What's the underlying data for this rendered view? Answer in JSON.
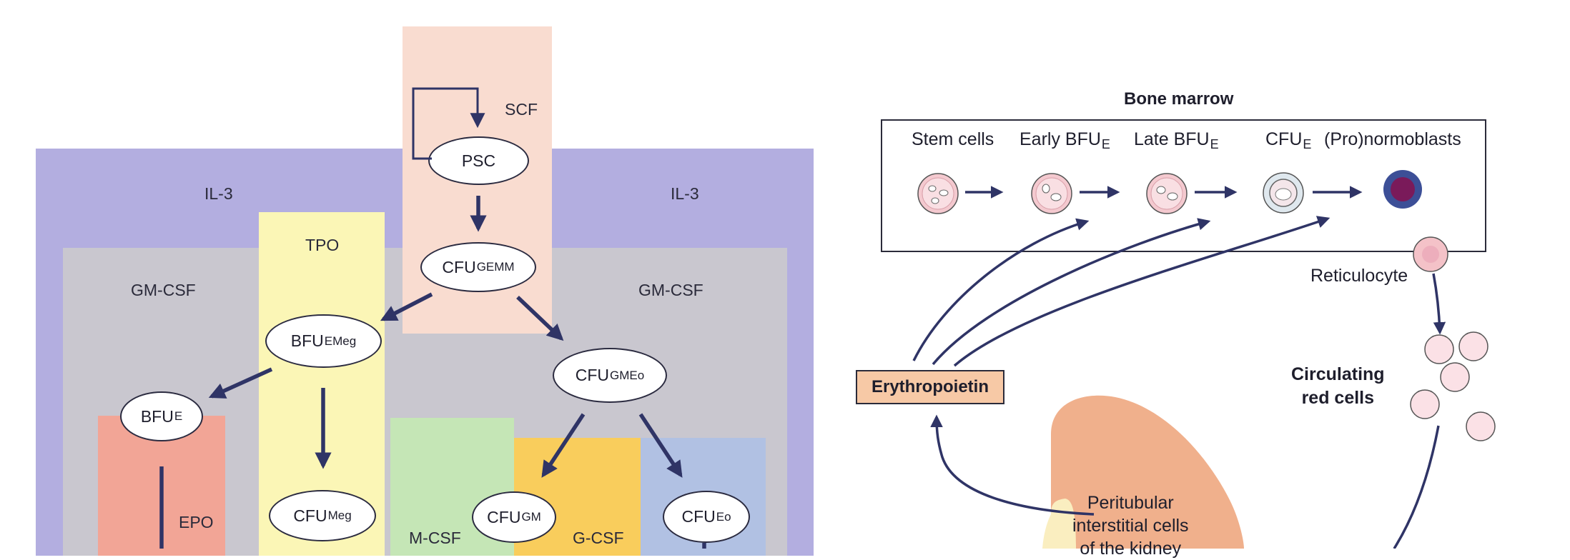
{
  "hematopoiesis": {
    "scf_label": "SCF",
    "il3_left": "IL-3",
    "il3_right": "IL-3",
    "tpo_label": "TPO",
    "gmcsf_left": "GM-CSF",
    "gmcsf_right": "GM-CSF",
    "epo_label": "EPO",
    "mcsf_label": "M-CSF",
    "gcsf_label": "G-CSF",
    "nodes": {
      "psc": {
        "main": "PSC",
        "sub": ""
      },
      "cfu_gemm": {
        "main": "CFU",
        "sub": "GEMM"
      },
      "bfu_emeg": {
        "main": "BFU",
        "sub": "EMeg"
      },
      "cfu_gmeo": {
        "main": "CFU",
        "sub": "GMEo"
      },
      "bfu_e": {
        "main": "BFU",
        "sub": "E"
      },
      "cfu_meg": {
        "main": "CFU",
        "sub": "Meg"
      },
      "cfu_gm": {
        "main": "CFU",
        "sub": "GM"
      },
      "cfu_eo": {
        "main": "CFU",
        "sub": "Eo"
      }
    },
    "colors": {
      "il3_purple": "#b3aee0",
      "gmcsf_grey": "#c9c7cf",
      "scf_pink": "#f9dcd0",
      "tpo_yellow": "#fbf6b6",
      "epo_salmon": "#f2a596",
      "mcsf_green": "#c5e6b6",
      "gcsf_orange": "#f9cd5c",
      "eo_blue": "#b1c1e3",
      "arrow": "#2f3466"
    }
  },
  "erythropoiesis": {
    "title": "Bone marrow",
    "stages": {
      "stem_cells": "Stem cells",
      "early_bfu": {
        "main": "Early BFU",
        "sub": "E"
      },
      "late_bfu": {
        "main": "Late BFU",
        "sub": "E"
      },
      "cfu_e": {
        "main": "CFU",
        "sub": "E"
      },
      "pronormoblasts": "(Pro)normoblasts"
    },
    "reticulocyte": "Reticulocyte",
    "circulating_line1": "Circulating",
    "circulating_line2": "red cells",
    "erythropoietin": "Erythropoietin",
    "kidney_line1": "Peritubular",
    "kidney_line2": "interstitial cells",
    "kidney_line3": "of  the  kidney",
    "colors": {
      "epo_box": "#f7c9a6",
      "kidney": "#f0b08c",
      "kidney_inner": "#faeec0",
      "cell_pink": "#f4c9cf",
      "normoblast_ring": "#3c4f97",
      "normoblast_core": "#7a1a5a"
    }
  }
}
